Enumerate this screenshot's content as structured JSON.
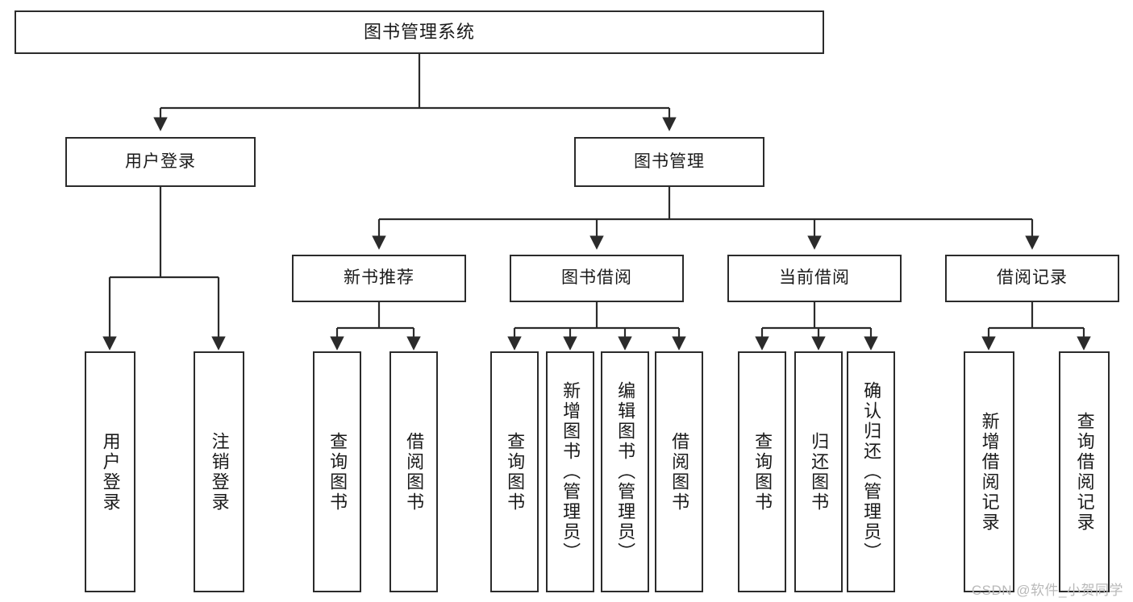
{
  "diagram": {
    "title": "图书管理系统",
    "type": "tree-hierarchy-diagram",
    "colors": {
      "stroke": "#2b2b2b",
      "fill": "#ffffff",
      "text": "#1a1a1a",
      "watermark": "#b9b9b9"
    },
    "root": {
      "label": "图书管理系统"
    },
    "level2": [
      {
        "label": "用户登录"
      },
      {
        "label": "图书管理"
      }
    ],
    "level3": [
      {
        "label": "新书推荐"
      },
      {
        "label": "图书借阅"
      },
      {
        "label": "当前借阅"
      },
      {
        "label": "借阅记录"
      }
    ],
    "leaves": {
      "user_login": [
        {
          "label": "用户登录"
        },
        {
          "label": "注销登录"
        }
      ],
      "new_book_recommend": [
        {
          "label": "查询图书"
        },
        {
          "label": "借阅图书"
        }
      ],
      "book_borrow": [
        {
          "label": "查询图书"
        },
        {
          "label": "新增图书（管理员）"
        },
        {
          "label": "编辑图书（管理员）"
        },
        {
          "label": "借阅图书"
        }
      ],
      "current_borrow": [
        {
          "label": "查询图书"
        },
        {
          "label": "归还图书"
        },
        {
          "label": "确认归还（管理员）"
        }
      ],
      "borrow_records": [
        {
          "label": "新增借阅记录"
        },
        {
          "label": "查询借阅记录"
        }
      ]
    }
  },
  "watermark": {
    "text": "CSDN @软件_小贺同学"
  }
}
